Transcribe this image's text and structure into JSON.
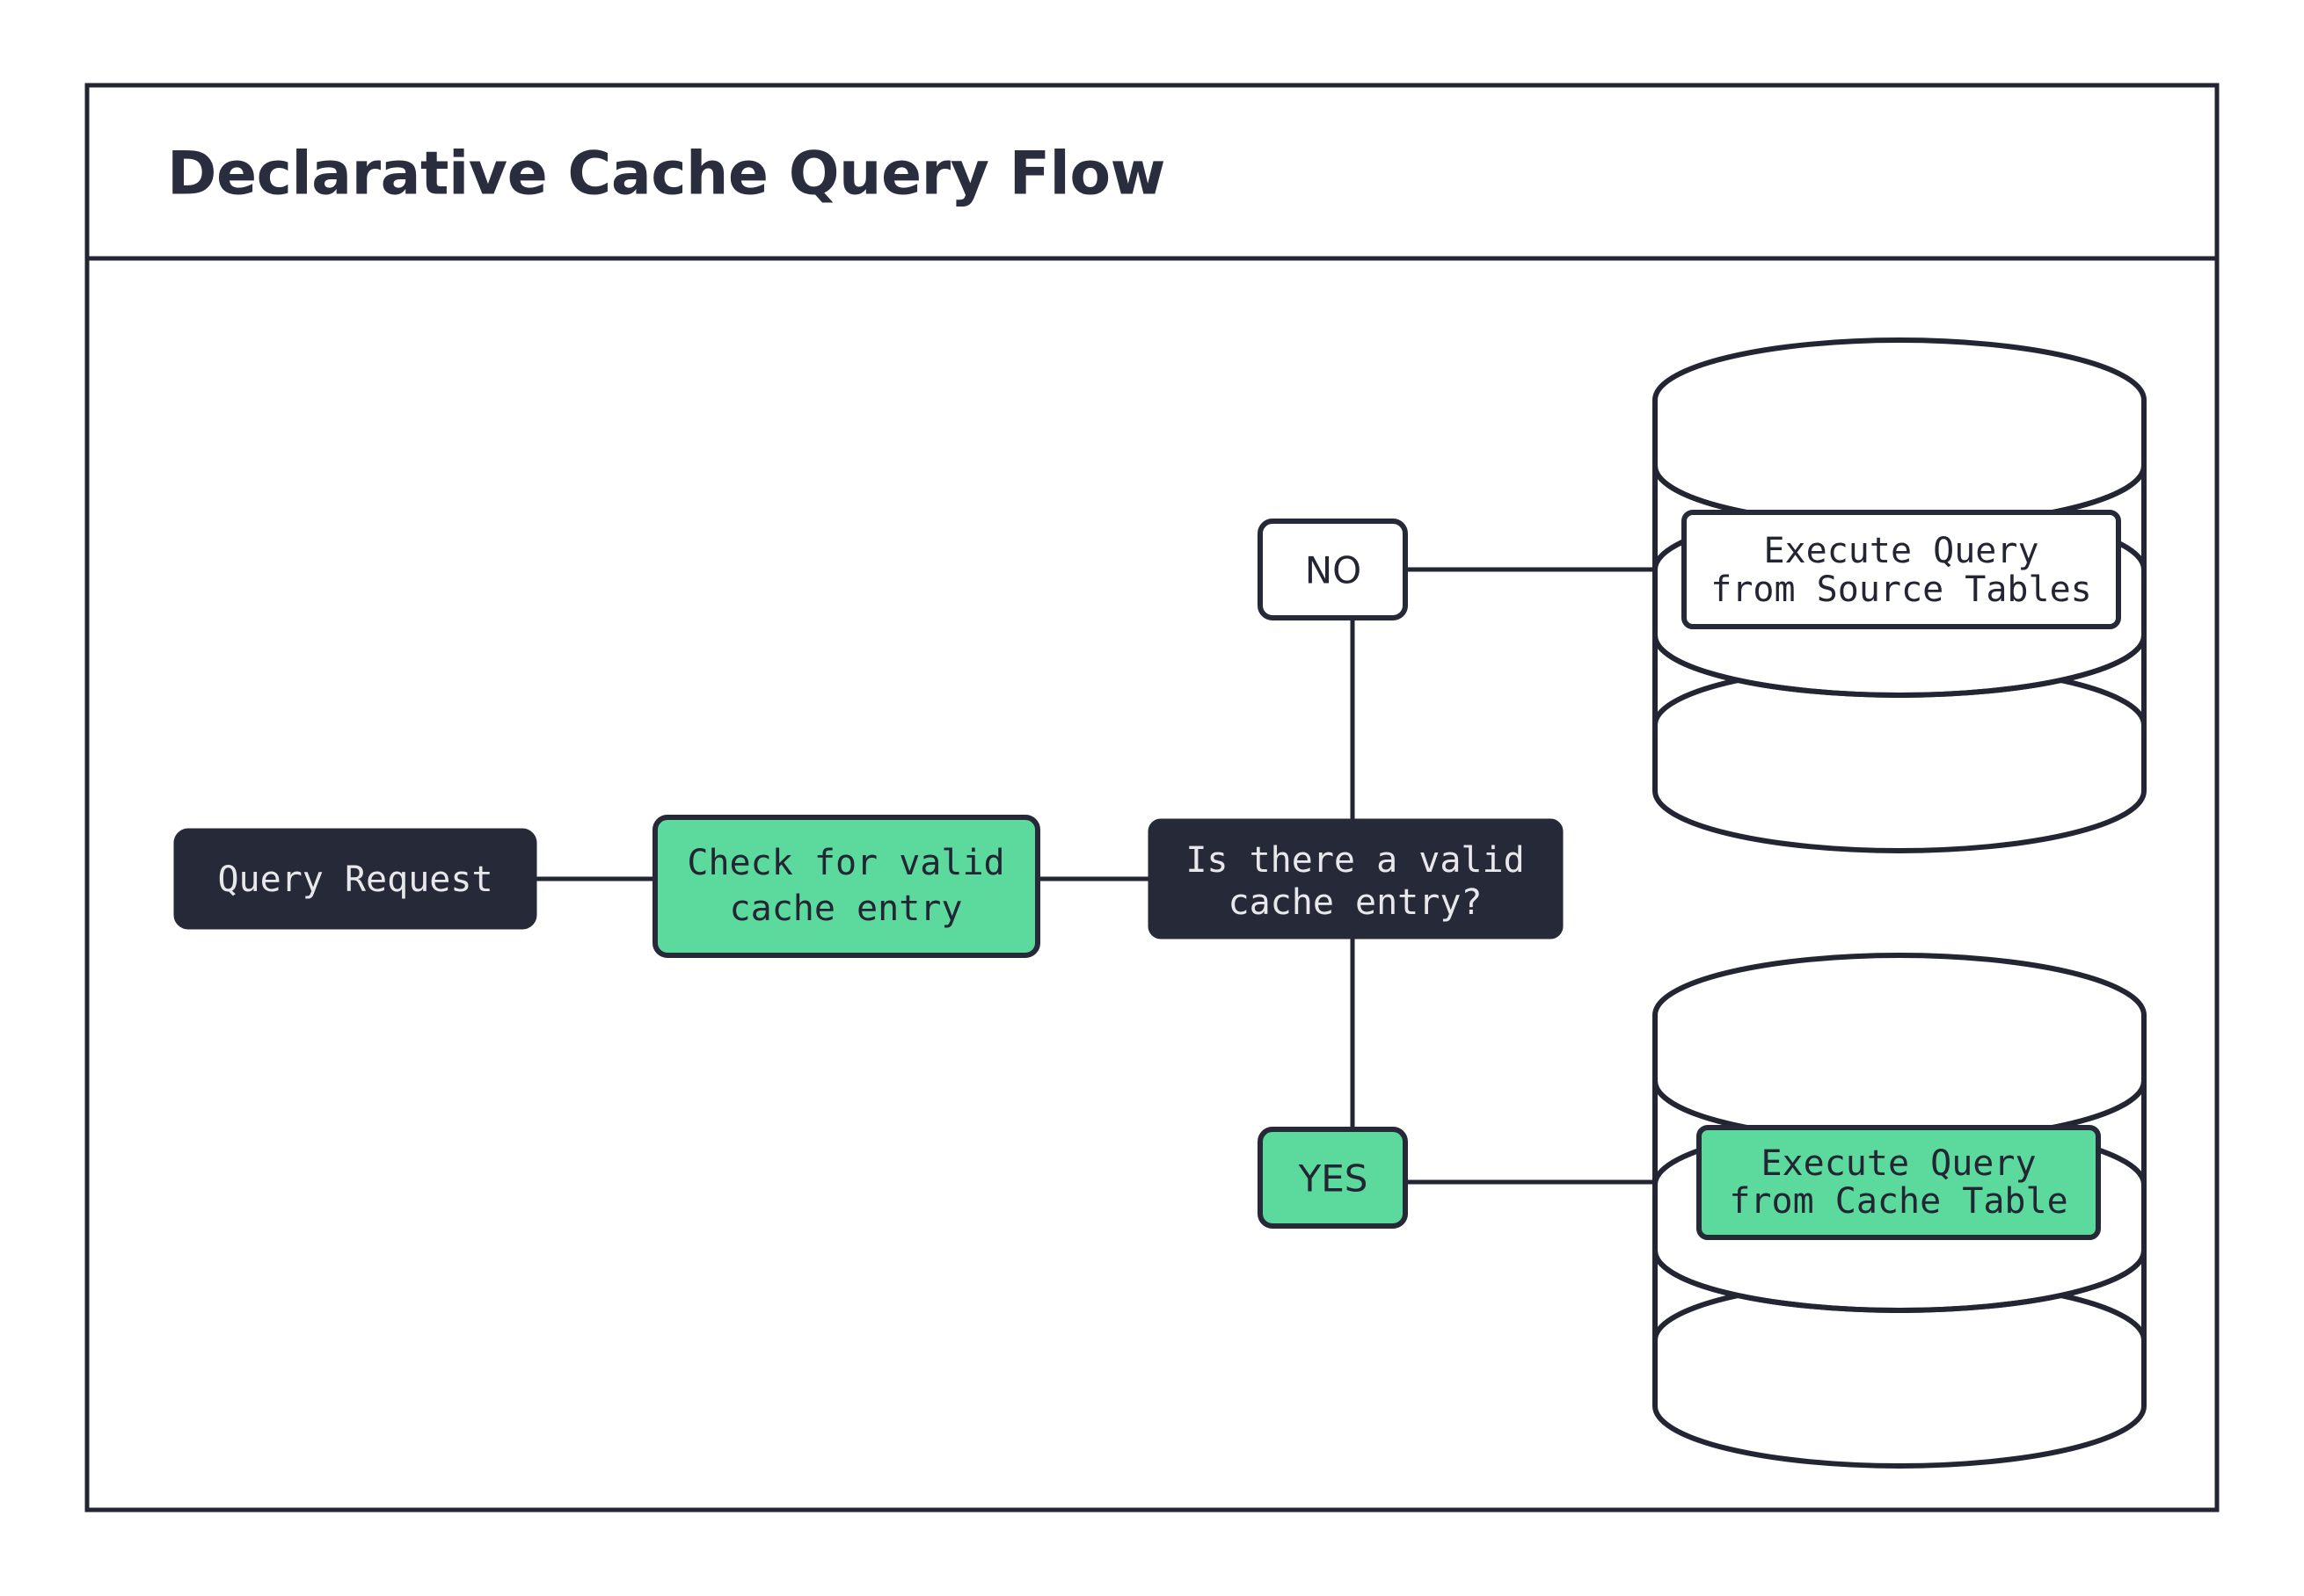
{
  "diagram": {
    "title": "Declarative Cache Query Flow",
    "colors": {
      "accent_green": "#5cd99d",
      "dark": "#262937",
      "border": "#232533",
      "background": "#ffffff",
      "light_text": "#e8e8ec"
    },
    "nodes": {
      "query_request": {
        "label": "Query Request",
        "style": "dark"
      },
      "check_cache": {
        "line1": "Check for valid",
        "line2": "cache entry",
        "style": "green"
      },
      "decision": {
        "line1": "Is there a valid",
        "line2": "cache entry?",
        "style": "dark"
      },
      "branch_no": {
        "label": "NO",
        "style": "white"
      },
      "branch_yes": {
        "label": "YES",
        "style": "green"
      },
      "source_tables": {
        "line1": "Execute Query",
        "line2": "from Source Tables",
        "style": "white-on-cylinder"
      },
      "cache_table": {
        "line1": "Execute Query",
        "line2": "from Cache Table",
        "style": "green-on-cylinder"
      }
    },
    "shapes": {
      "upper_database": "database-cylinder",
      "lower_database": "database-cylinder"
    },
    "edges": [
      {
        "from": "query_request",
        "to": "check_cache"
      },
      {
        "from": "check_cache",
        "to": "decision"
      },
      {
        "from": "decision",
        "to": "branch_no"
      },
      {
        "from": "decision",
        "to": "branch_yes"
      },
      {
        "from": "branch_no",
        "to": "source_tables"
      },
      {
        "from": "branch_yes",
        "to": "cache_table"
      }
    ]
  }
}
